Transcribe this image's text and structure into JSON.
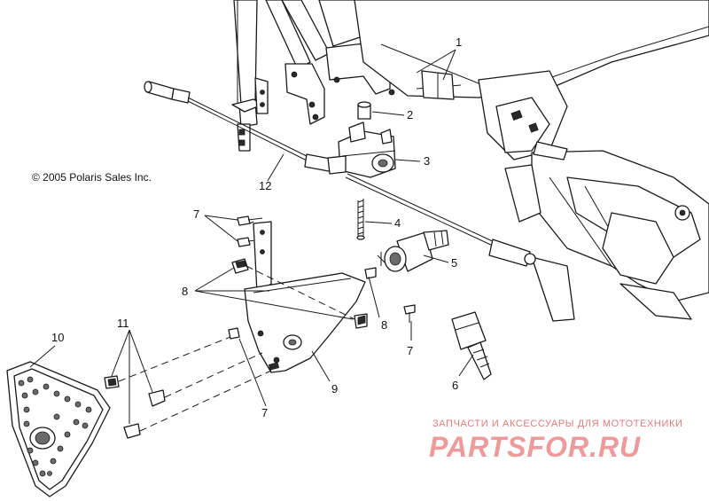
{
  "copyright": "© 2005 Polaris Sales Inc.",
  "watermark": {
    "tagline": "ЗАПЧАСТИ И АКСЕССУАРЫ ДЛЯ МОТОТЕХНИКИ",
    "logo": "PARTSFOR.RU"
  },
  "callouts": {
    "c1": "1",
    "c2": "2",
    "c3": "3",
    "c4": "4",
    "c5": "5",
    "c6": "6",
    "c7a": "7",
    "c7b": "7",
    "c7c": "7",
    "c8a": "8",
    "c8b": "8",
    "c9": "9",
    "c10": "10",
    "c11": "11",
    "c12": "12"
  },
  "icons": {
    "key": "ignition-key-icon",
    "switch": "ignition-switch-icon"
  }
}
